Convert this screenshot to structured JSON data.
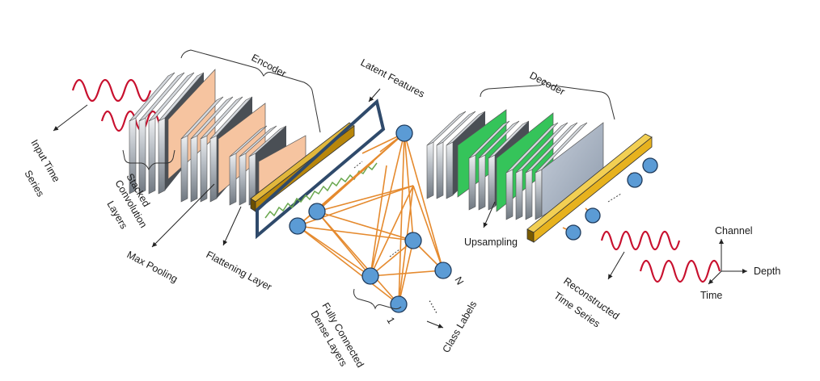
{
  "labels": {
    "encoder": "Encoder",
    "latent_features": "Latent Features",
    "decoder": "Decoder",
    "input_time_series": [
      "Input Time",
      "Series"
    ],
    "stacked_convolution_layers": [
      "Stacked",
      "Convolution",
      "Layers"
    ],
    "max_pooling": "Max Pooling",
    "flattening_layer": "Flattening Layer",
    "fully_connected_dense_layers": [
      "Fully Connected",
      "Dense Layers"
    ],
    "class_labels": "Class Labels",
    "node_1": "1",
    "node_n": "N",
    "upsampling": "Upsampling",
    "reconstructed_time_series": [
      "Reconstructed",
      "Time Series"
    ],
    "axis_channel": "Channel",
    "axis_depth": "Depth",
    "axis_time": "Time"
  },
  "colors": {
    "wave": "#c8102e",
    "conv_slab": "#9aa3ad",
    "max_pool": "#f6c4a0",
    "upsample": "#35c45a",
    "flatten_bar": "#b8860b",
    "decoder_bar": "#e7b21e",
    "edge": "#e58a2e",
    "node": "#5b9bd5",
    "latent_frame": "#2f4a6b",
    "latent_wave": "#6aa84f"
  }
}
